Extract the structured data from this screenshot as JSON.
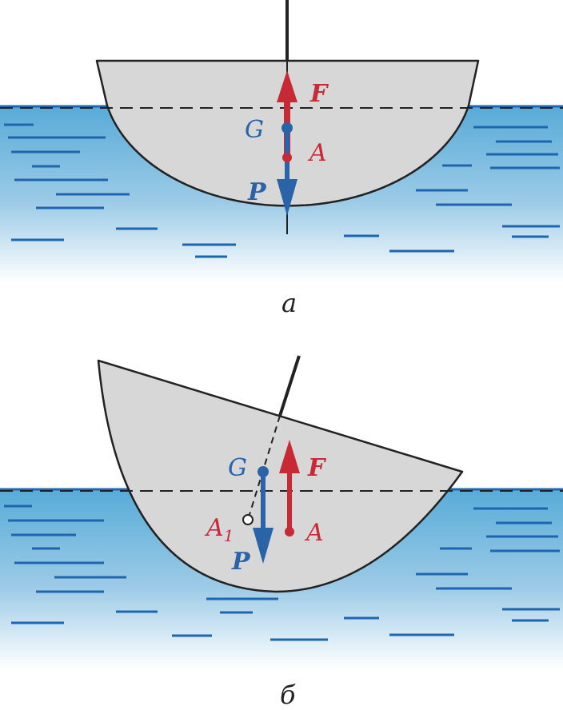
{
  "colors": {
    "water_top": "#58abd8",
    "water_bottom": "#ffffff",
    "ripple": "#1f66b0",
    "body_fill": "#d7d7d7",
    "outline": "#222222",
    "force_red": "#c72a34",
    "weight_blue": "#2a63a8"
  },
  "panel_a": {
    "label_F": "F",
    "label_G": "G",
    "label_A": "A",
    "label_P": "P",
    "caption": "а"
  },
  "panel_b": {
    "label_F": "F",
    "label_G": "G",
    "label_A": "A",
    "label_A1": "A",
    "label_A1_sub": "1",
    "label_P": "P",
    "caption": "б"
  }
}
